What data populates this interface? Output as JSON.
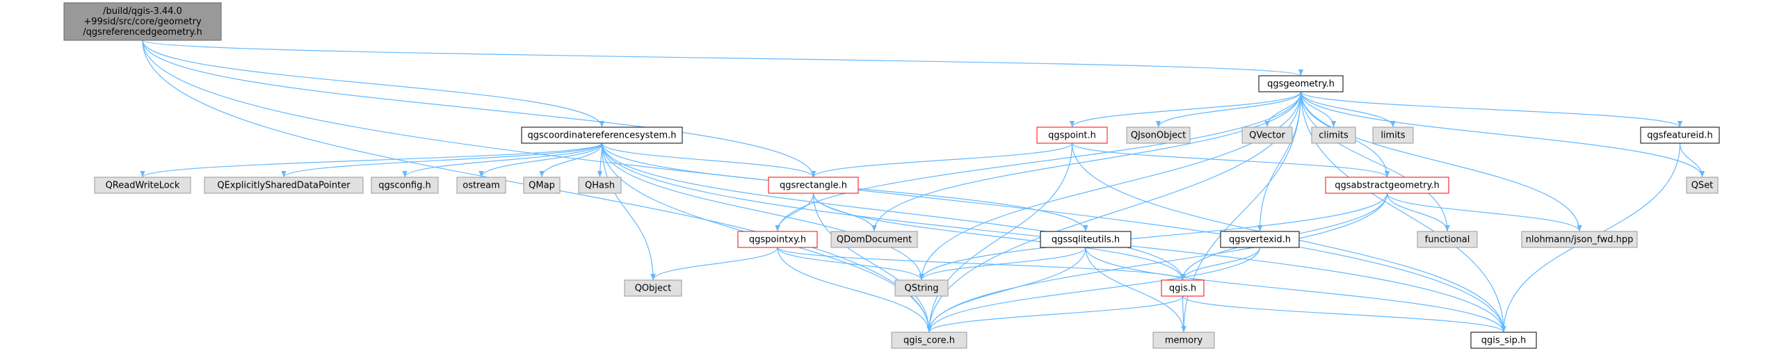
{
  "colors": {
    "edge": "#63b8ff",
    "root_fill": "#999999",
    "root_border": "#666666",
    "normal_fill": "#ffffff",
    "normal_border": "#000000",
    "red_border": "#ff0000",
    "external_fill": "#e0e0e0",
    "external_border": "#999999"
  },
  "nodes": [
    {
      "id": "root",
      "kind": "root",
      "lines": [
        "/build/qgis-3.44.0",
        "+99sid/src/core/geometry",
        "/qgsreferencedgeometry.h"
      ]
    },
    {
      "id": "qgsgeometry",
      "kind": "normal",
      "lines": [
        "qgsgeometry.h"
      ]
    },
    {
      "id": "qgscrs",
      "kind": "normal",
      "lines": [
        "qgscoordinatereferencesystem.h"
      ]
    },
    {
      "id": "qgspoint",
      "kind": "red",
      "lines": [
        "qgspoint.h"
      ]
    },
    {
      "id": "qjsonobject",
      "kind": "external",
      "lines": [
        "QJsonObject"
      ]
    },
    {
      "id": "qvector",
      "kind": "external",
      "lines": [
        "QVector"
      ]
    },
    {
      "id": "climits",
      "kind": "external",
      "lines": [
        "climits"
      ]
    },
    {
      "id": "limits",
      "kind": "external",
      "lines": [
        "limits"
      ]
    },
    {
      "id": "qgsfeatureid",
      "kind": "normal",
      "lines": [
        "qgsfeatureid.h"
      ]
    },
    {
      "id": "qreadwritelock",
      "kind": "external",
      "lines": [
        "QReadWriteLock"
      ]
    },
    {
      "id": "qexplicitly",
      "kind": "external",
      "lines": [
        "QExplicitlySharedDataPointer"
      ]
    },
    {
      "id": "qgsconfig",
      "kind": "external",
      "lines": [
        "qgsconfig.h"
      ]
    },
    {
      "id": "ostream",
      "kind": "external",
      "lines": [
        "ostream"
      ]
    },
    {
      "id": "qmap",
      "kind": "external",
      "lines": [
        "QMap"
      ]
    },
    {
      "id": "qhash",
      "kind": "external",
      "lines": [
        "QHash"
      ]
    },
    {
      "id": "qgsrectangle",
      "kind": "red",
      "lines": [
        "qgsrectangle.h"
      ]
    },
    {
      "id": "qgsabstractgeometry",
      "kind": "red",
      "lines": [
        "qgsabstractgeometry.h"
      ]
    },
    {
      "id": "qset",
      "kind": "external",
      "lines": [
        "QSet"
      ]
    },
    {
      "id": "qgspointxy",
      "kind": "red",
      "lines": [
        "qgspointxy.h"
      ]
    },
    {
      "id": "qdomdocument",
      "kind": "external",
      "lines": [
        "QDomDocument"
      ]
    },
    {
      "id": "qgssqliteutils",
      "kind": "normal",
      "lines": [
        "qgssqliteutils.h"
      ]
    },
    {
      "id": "qgsvertexid",
      "kind": "normal",
      "lines": [
        "qgsvertexid.h"
      ]
    },
    {
      "id": "functional",
      "kind": "external",
      "lines": [
        "functional"
      ]
    },
    {
      "id": "nlohmann",
      "kind": "external",
      "lines": [
        "nlohmann/json_fwd.hpp"
      ]
    },
    {
      "id": "qobject",
      "kind": "external",
      "lines": [
        "QObject"
      ]
    },
    {
      "id": "qstring",
      "kind": "external",
      "lines": [
        "QString"
      ]
    },
    {
      "id": "qgis",
      "kind": "red",
      "lines": [
        "qgis.h"
      ]
    },
    {
      "id": "qgiscore",
      "kind": "external",
      "lines": [
        "qgis_core.h"
      ]
    },
    {
      "id": "memory",
      "kind": "external",
      "lines": [
        "memory"
      ]
    },
    {
      "id": "qgissip",
      "kind": "normal",
      "lines": [
        "qgis_sip.h"
      ]
    }
  ],
  "edges": [
    [
      "root",
      "qgsgeometry"
    ],
    [
      "root",
      "qgscrs"
    ],
    [
      "root",
      "qgsrectangle"
    ],
    [
      "root",
      "qgiscore"
    ],
    [
      "root",
      "qgissip"
    ],
    [
      "qgsgeometry",
      "qgspoint"
    ],
    [
      "qgsgeometry",
      "qjsonobject"
    ],
    [
      "qgsgeometry",
      "qvector"
    ],
    [
      "qgsgeometry",
      "climits"
    ],
    [
      "qgsgeometry",
      "limits"
    ],
    [
      "qgsgeometry",
      "qgsfeatureid"
    ],
    [
      "qgsgeometry",
      "qset"
    ],
    [
      "qgsgeometry",
      "qgsabstractgeometry"
    ],
    [
      "qgsgeometry",
      "qgspointxy"
    ],
    [
      "qgsgeometry",
      "qdomdocument"
    ],
    [
      "qgsgeometry",
      "qstring"
    ],
    [
      "qgsgeometry",
      "qgsvertexid"
    ],
    [
      "qgsgeometry",
      "functional"
    ],
    [
      "qgsgeometry",
      "nlohmann"
    ],
    [
      "qgsgeometry",
      "qgiscore"
    ],
    [
      "qgsgeometry",
      "qgissip"
    ],
    [
      "qgsgeometry",
      "memory"
    ],
    [
      "qgscrs",
      "qreadwritelock"
    ],
    [
      "qgscrs",
      "qexplicitly"
    ],
    [
      "qgscrs",
      "qgsconfig"
    ],
    [
      "qgscrs",
      "ostream"
    ],
    [
      "qgscrs",
      "qmap"
    ],
    [
      "qgscrs",
      "qhash"
    ],
    [
      "qgscrs",
      "qgsrectangle"
    ],
    [
      "qgscrs",
      "qgssqliteutils"
    ],
    [
      "qgscrs",
      "qobject"
    ],
    [
      "qgscrs",
      "qstring"
    ],
    [
      "qgscrs",
      "qgis"
    ],
    [
      "qgscrs",
      "qgiscore"
    ],
    [
      "qgscrs",
      "qgissip"
    ],
    [
      "qgspoint",
      "qgsrectangle"
    ],
    [
      "qgspoint",
      "qgsabstractgeometry"
    ],
    [
      "qgspoint",
      "qgiscore"
    ],
    [
      "qgspoint",
      "qgissip"
    ],
    [
      "qgsfeatureid",
      "qset"
    ],
    [
      "qgsfeatureid",
      "qgissip"
    ],
    [
      "qgsrectangle",
      "qgspointxy"
    ],
    [
      "qgsrectangle",
      "qdomdocument"
    ],
    [
      "qgsrectangle",
      "qgis"
    ],
    [
      "qgsrectangle",
      "qgiscore"
    ],
    [
      "qgsabstractgeometry",
      "qstring"
    ],
    [
      "qgsabstractgeometry",
      "functional"
    ],
    [
      "qgsabstractgeometry",
      "nlohmann"
    ],
    [
      "qgsabstractgeometry",
      "qgis"
    ],
    [
      "qgsabstractgeometry",
      "qgiscore"
    ],
    [
      "qgspointxy",
      "qobject"
    ],
    [
      "qgspointxy",
      "qstring"
    ],
    [
      "qgspointxy",
      "qgis"
    ],
    [
      "qgspointxy",
      "qgiscore"
    ],
    [
      "qgssqliteutils",
      "qstring"
    ],
    [
      "qgssqliteutils",
      "qgiscore"
    ],
    [
      "qgssqliteutils",
      "memory"
    ],
    [
      "qgssqliteutils",
      "qgissip"
    ],
    [
      "qgsvertexid",
      "qgis"
    ],
    [
      "qgsvertexid",
      "qgiscore"
    ],
    [
      "qgis",
      "qgiscore"
    ],
    [
      "qgis",
      "memory"
    ],
    [
      "qgis",
      "qgissip"
    ]
  ]
}
